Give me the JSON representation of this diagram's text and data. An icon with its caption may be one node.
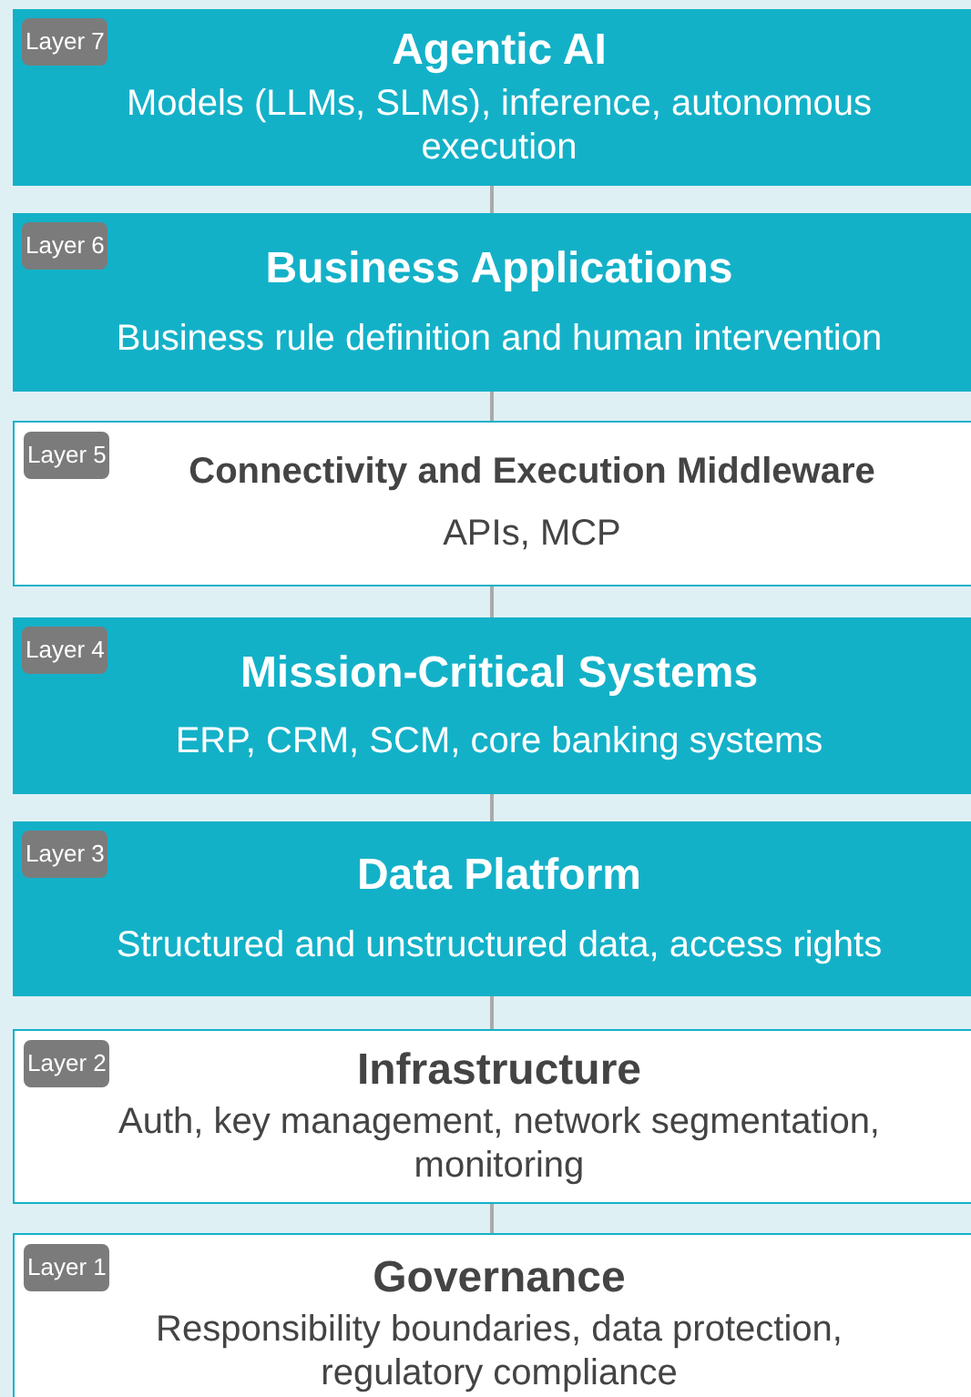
{
  "diagram": {
    "nodes": [
      {
        "text": [
          "Agentic AI",
          "Models (LLMs, SLMs), inference, autonomous execution"
        ]
      },
      {
        "text": [
          "Layer 7"
        ],
        "in": 0
      },
      {
        "text": [
          "Business Applications",
          "Business rule definition and human intervention"
        ]
      },
      {
        "text": [
          "Layer 6"
        ],
        "in": 2
      },
      {
        "text": [
          "Connectivity and Execution Middleware",
          "APIs, MCP"
        ]
      },
      {
        "text": [
          "Layer 5"
        ],
        "in": 4
      },
      {
        "text": [
          "Mission-Critical Systems",
          "ERP, CRM, SCM, core banking systems"
        ]
      },
      {
        "text": [
          "Layer 4"
        ],
        "in": 6
      },
      {
        "text": [
          "Data Platform",
          "Structured and unstructured data, access rights"
        ]
      },
      {
        "text": [
          "Layer 3"
        ],
        "in": 8
      },
      {
        "text": [
          "Infrastructure",
          "Auth, key management, network segmentation, monitoring"
        ]
      },
      {
        "text": [
          "Layer 2"
        ],
        "in": 10
      },
      {
        "text": [
          "Governance",
          "Responsibility boundaries, data protection, regulatory compliance"
        ]
      },
      {
        "text": [
          "Layer 1"
        ],
        "in": 12
      }
    ],
    "edges": [
      {
        "from": 0,
        "to": 2,
        "arrow": "none"
      },
      {
        "from": 2,
        "to": 4,
        "arrow": "none"
      },
      {
        "from": 4,
        "to": 6,
        "arrow": "none"
      },
      {
        "from": 6,
        "to": 8,
        "arrow": "none"
      },
      {
        "from": 8,
        "to": 10,
        "arrow": "none"
      },
      {
        "from": 10,
        "to": 12,
        "arrow": "none"
      }
    ]
  }
}
